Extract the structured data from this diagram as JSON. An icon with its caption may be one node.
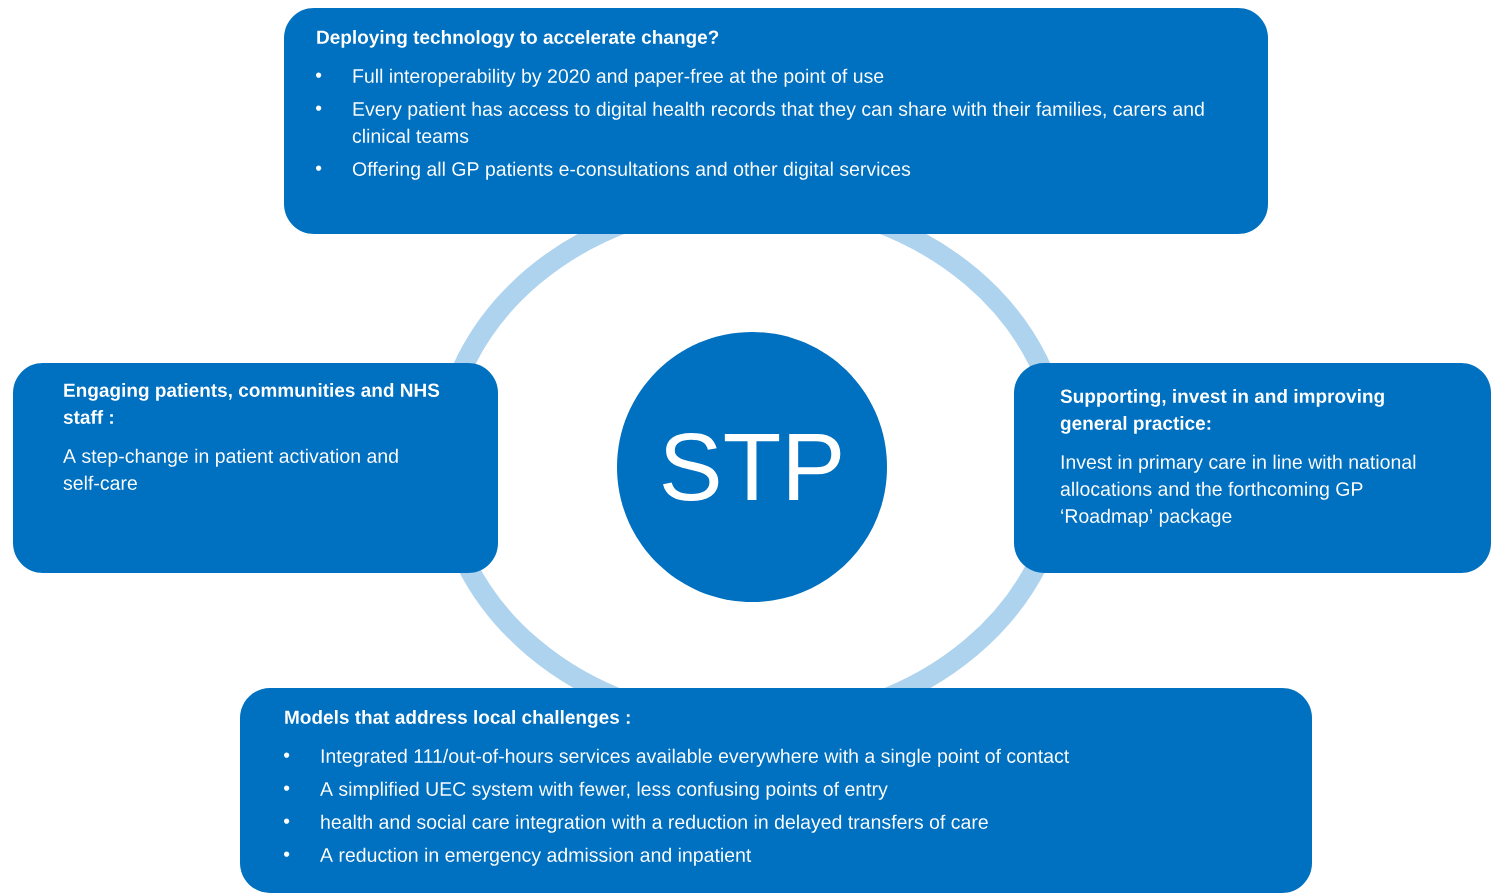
{
  "diagram": {
    "nodes": [
      {
        "text": [
          "Deploying technology to accelerate change?",
          "Full interoperability by 2020 and paper-free at the point of use",
          "Every patient has access to digital health records that they can share with their families, carers and clinical teams",
          "Offering all GP patients e-consultations and other digital services"
        ]
      },
      {
        "text": [
          "Engaging patients, communities and NHS staff :",
          "A step-change in patient activation and self-care"
        ]
      },
      {
        "text": [
          "STP"
        ]
      },
      {
        "text": [
          "Supporting, invest in and improving general practice:",
          "Invest in primary care in line with national allocations and the forthcoming GP ‘Roadmap’ package"
        ]
      },
      {
        "text": [
          "Models that address local challenges :",
          "Integrated 111/out-of-hours services available everywhere with a single point of contact",
          "A simplified UEC system with fewer, less confusing points of entry",
          "health and social care integration with a reduction in delayed transfers of care",
          "A reduction in emergency admission and inpatient"
        ]
      }
    ]
  }
}
